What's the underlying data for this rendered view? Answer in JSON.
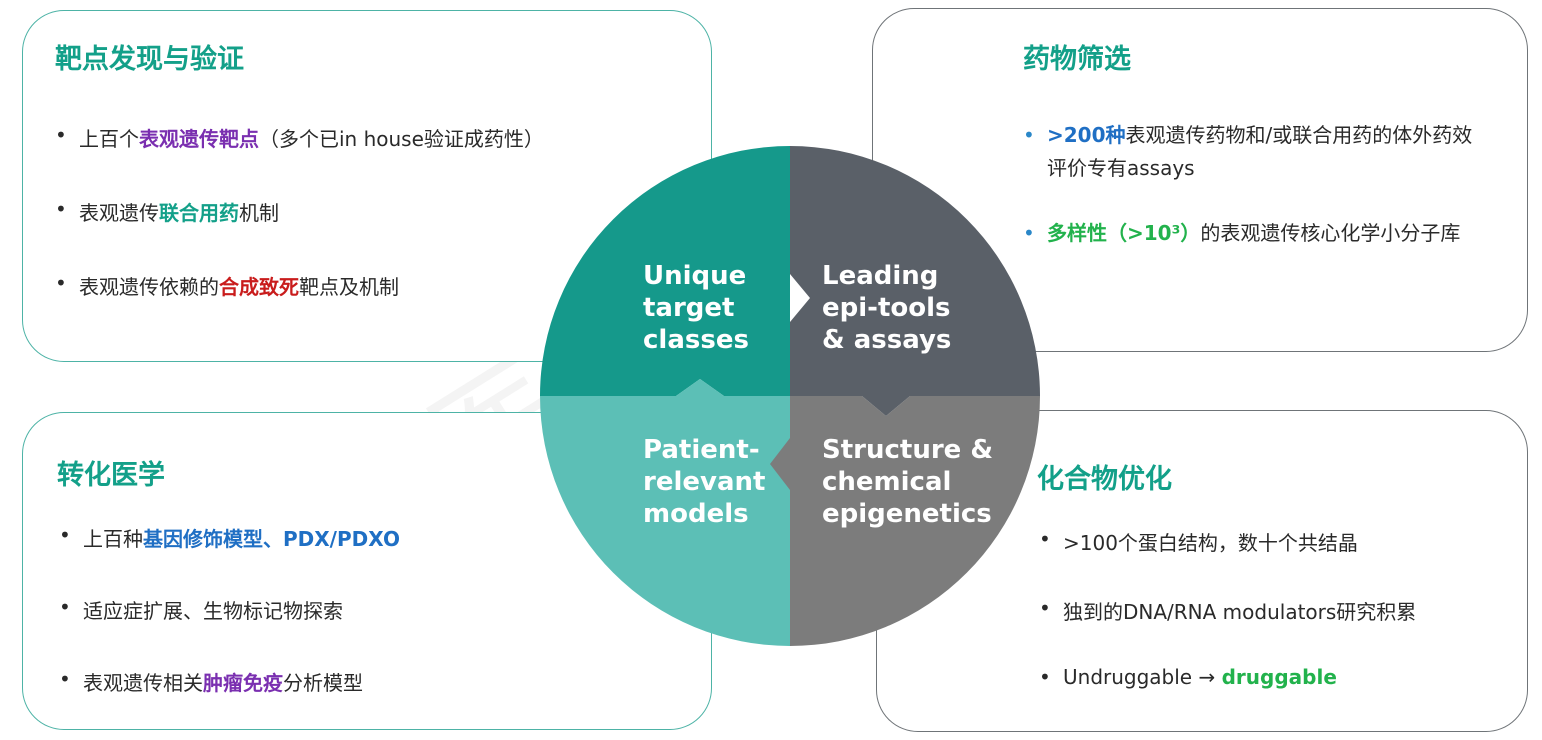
{
  "watermark": "赛岚医药",
  "colors": {
    "teal": "#13a089",
    "quad_tl": "#15998b",
    "quad_tr": "#5a6068",
    "quad_bl": "#5cbfb6",
    "quad_br": "#7c7c7c",
    "purple": "#7a2fb0",
    "blue": "#1f6fc4",
    "red": "#c91c1c",
    "green": "#22b24c"
  },
  "panels": {
    "target": {
      "title": "靶点发现与验证",
      "items": [
        {
          "pre": "上百个",
          "hl": "表观遗传靶点",
          "post": "（多个已in house验证成药性）"
        },
        {
          "pre": "表观遗传",
          "hl": "联合用药",
          "post": "机制"
        },
        {
          "pre": "表观遗传依赖的",
          "hl": "合成致死",
          "post": "靶点及机制"
        }
      ]
    },
    "screen": {
      "title": "药物筛选",
      "items": [
        {
          "hl": ">200种",
          "post": "表观遗传药物和/或联合用药的体外药效评价专有assays"
        },
        {
          "hl": "多样性（>10³）",
          "post": "的表观遗传核心化学小分子库"
        }
      ]
    },
    "trans": {
      "title": "转化医学",
      "items": [
        {
          "pre": "上百种",
          "hl": "基因修饰模型、PDX/PDXO",
          "post": ""
        },
        {
          "pre": "适应症扩展、生物标记物探索",
          "hl": "",
          "post": ""
        },
        {
          "pre": "表观遗传相关",
          "hl": "肿瘤免疫",
          "post": "分析模型"
        }
      ]
    },
    "opt": {
      "title": "化合物优化",
      "items": [
        {
          "pre": ">100个蛋白结构，数十个共结晶",
          "hl": "",
          "post": ""
        },
        {
          "pre": "独到的DNA/RNA modulators研究积累",
          "hl": "",
          "post": ""
        },
        {
          "pre": "Undruggable → ",
          "hl": "druggable",
          "post": ""
        }
      ]
    }
  },
  "wheel": {
    "tl": [
      "Unique",
      "target",
      "classes"
    ],
    "tr": [
      "Leading",
      "epi-tools",
      "& assays"
    ],
    "bl": [
      "Patient-",
      "relevant",
      "models"
    ],
    "br": [
      "Structure &",
      "chemical",
      "epigenetics"
    ]
  }
}
